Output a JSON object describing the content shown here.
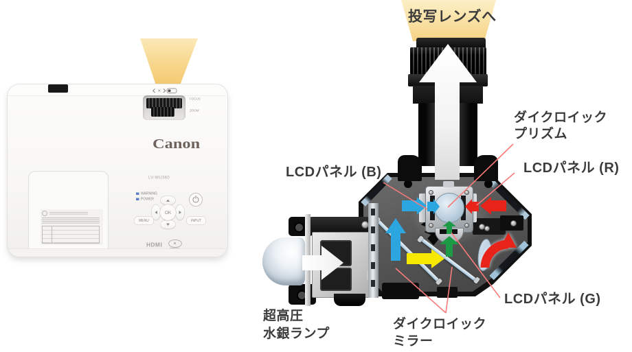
{
  "product": {
    "brand_logo": "Canon",
    "model_number": "LV-WU360",
    "focus_label": "FOCUS",
    "zoom_label": "ZOOM",
    "warning_indicator": "WARNING",
    "power_indicator": "POWER",
    "ok_button": "OK",
    "menu_button": "MENU",
    "input_button": "INPUT",
    "hdmi_logo": "HDMI"
  },
  "diagram": {
    "to_projection_lens": "投写レンズへ",
    "dichroic_prism": {
      "line1": "ダイクロイック",
      "line2": "プリズム"
    },
    "lcd_panel_b": "LCDパネル (B)",
    "lcd_panel_r": "LCDパネル (R)",
    "lcd_panel_g": "LCDパネル (G)",
    "dichroic_mirror": {
      "line1": "ダイクロイック",
      "line2": "ミラー"
    },
    "mercury_lamp": {
      "line1": "超高圧",
      "line2": "水銀ランプ"
    },
    "colors": {
      "blue_light_path": "#2BA6DF",
      "red_light_path": "#E8231A",
      "green_light_path": "#1C9A45",
      "yellow_light_path": "#F6E800",
      "white_light_path": "#FFFFFF",
      "beam_gold": "#F5D07E",
      "leader_line": "#F87B7B",
      "label_text": "#3B3B3B"
    }
  }
}
